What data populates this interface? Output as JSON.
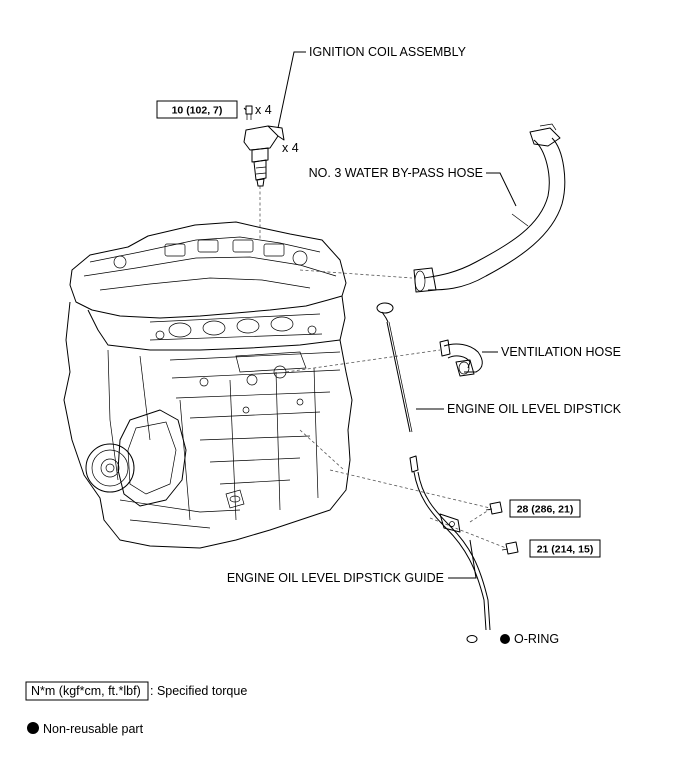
{
  "labels": {
    "ignition_coil": "IGNITION COIL ASSEMBLY",
    "water_hose": "NO. 3 WATER BY-PASS HOSE",
    "ventilation_hose": "VENTILATION HOSE",
    "dipstick": "ENGINE OIL LEVEL DIPSTICK",
    "dipstick_guide": "ENGINE OIL LEVEL DIPSTICK GUIDE",
    "o_ring": "O-RING"
  },
  "quantities": {
    "bolt_qty": "x 4",
    "coil_qty": "x 4"
  },
  "torques": {
    "coil_bolt": "10 (102, 7)",
    "guide_upper": "28 (286, 21)",
    "guide_lower": "21 (214, 15)"
  },
  "legend": {
    "torque_unit": "N*m (kgf*cm, ft.*lbf)",
    "torque_desc": ": Specified torque",
    "non_reusable": "Non-reusable part"
  }
}
